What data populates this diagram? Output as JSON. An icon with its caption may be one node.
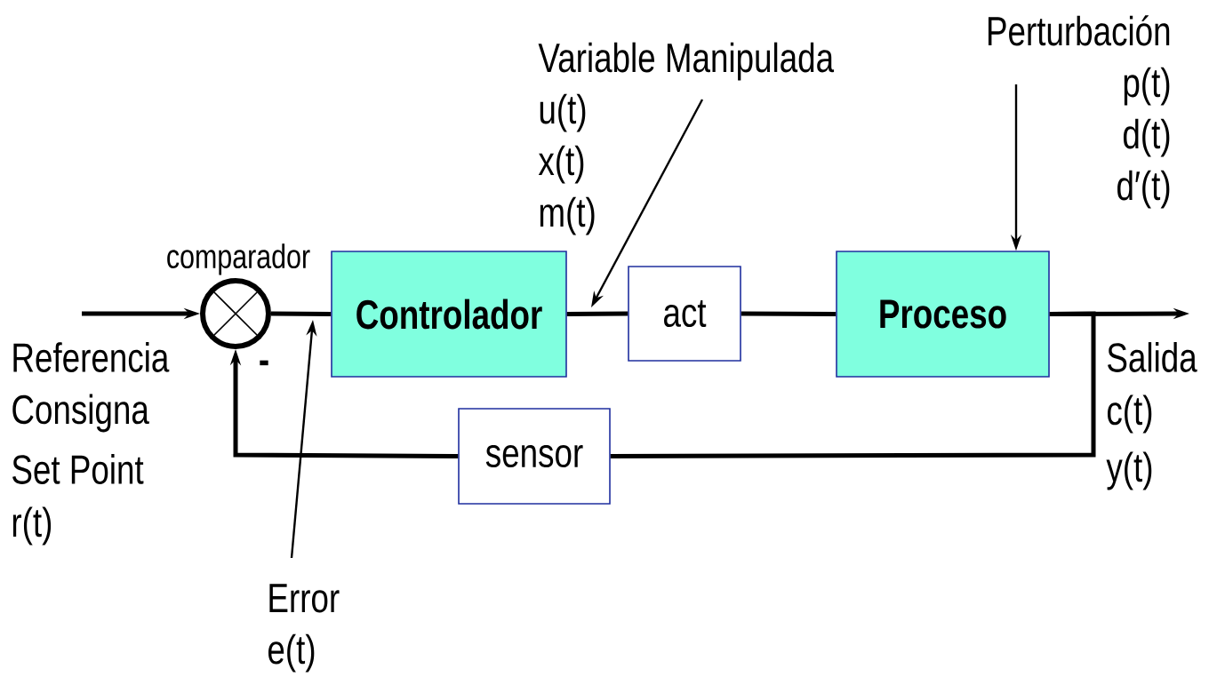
{
  "diagram": {
    "nodes": [
      {
        "text": [],
        "shape": "circle",
        "beside": [
          "comparador"
        ]
      },
      {
        "text": [
          "Controlador"
        ]
      },
      {
        "text": [
          "act"
        ]
      },
      {
        "text": [
          "Proceso"
        ]
      },
      {
        "text": [
          "sensor"
        ]
      },
      {
        "text": [
          "Variable Manipulada",
          "u(t)",
          "x(t)",
          "m(t)"
        ]
      },
      {
        "text": [
          "Perturbación",
          "p(t)",
          "d(t)",
          "d′(t)"
        ]
      },
      {
        "text": [
          "Error",
          "e(t)"
        ]
      }
    ],
    "edges": [
      {
        "from": null,
        "to": 0,
        "arrow": "to"
      },
      {
        "from": 0,
        "to": 1,
        "arrow": "none"
      },
      {
        "from": 1,
        "to": 2,
        "arrow": "none"
      },
      {
        "from": 2,
        "to": 3,
        "arrow": "none"
      },
      {
        "from": 3,
        "to": null,
        "arrow": "to"
      },
      {
        "from": 3,
        "to": 4,
        "arrow": "none"
      },
      {
        "from": 4,
        "to": 0,
        "arrow": "to"
      },
      {
        "from": 5,
        "to": null,
        "arrow": "to"
      },
      {
        "from": 6,
        "to": 3,
        "arrow": "to"
      },
      {
        "from": 7,
        "to": null,
        "arrow": "to"
      }
    ],
    "labels": [
      "Referencia",
      "Consigna",
      "Set Point",
      "r(t)",
      "-",
      "Salida",
      "c(t)",
      "y(t)"
    ]
  }
}
